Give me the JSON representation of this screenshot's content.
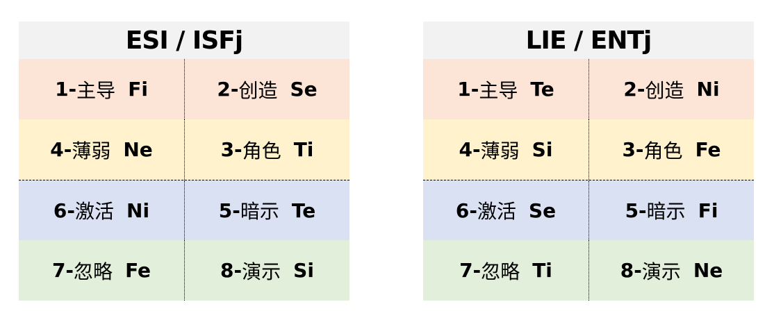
{
  "tables": [
    {
      "title": "ESI / ISFj",
      "rows": [
        [
          {
            "num": "1-",
            "role": "主导",
            "fn": "Fi"
          },
          {
            "num": "2-",
            "role": "创造",
            "fn": "Se"
          }
        ],
        [
          {
            "num": "4-",
            "role": "薄弱",
            "fn": "Ne"
          },
          {
            "num": "3-",
            "role": "角色",
            "fn": "Ti"
          }
        ],
        [
          {
            "num": "6-",
            "role": "激活",
            "fn": "Ni"
          },
          {
            "num": "5-",
            "role": "暗示",
            "fn": "Te"
          }
        ],
        [
          {
            "num": "7-",
            "role": "忽略",
            "fn": "Fe"
          },
          {
            "num": "8-",
            "role": "演示",
            "fn": "Si"
          }
        ]
      ]
    },
    {
      "title": "LIE / ENTj",
      "rows": [
        [
          {
            "num": "1-",
            "role": "主导",
            "fn": "Te"
          },
          {
            "num": "2-",
            "role": "创造",
            "fn": "Ni"
          }
        ],
        [
          {
            "num": "4-",
            "role": "薄弱",
            "fn": "Si"
          },
          {
            "num": "3-",
            "role": "角色",
            "fn": "Fe"
          }
        ],
        [
          {
            "num": "6-",
            "role": "激活",
            "fn": "Se"
          },
          {
            "num": "5-",
            "role": "暗示",
            "fn": "Fi"
          }
        ],
        [
          {
            "num": "7-",
            "role": "忽略",
            "fn": "Ti"
          },
          {
            "num": "8-",
            "role": "演示",
            "fn": "Ne"
          }
        ]
      ]
    }
  ],
  "colors": {
    "header": "#f2f2f2",
    "row1": "#fce4d6",
    "row2": "#fff2cc",
    "row3": "#d9e1f2",
    "row4": "#e2efda"
  }
}
